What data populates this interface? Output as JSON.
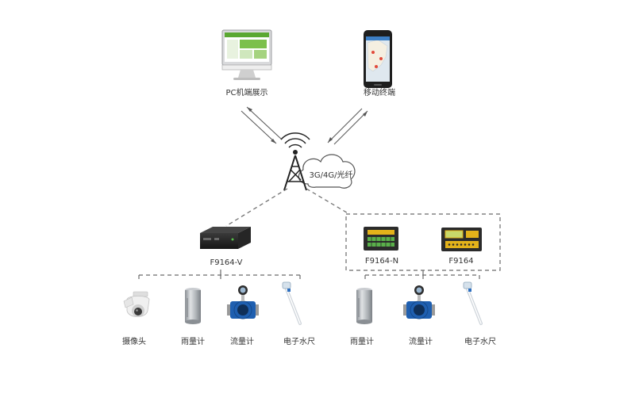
{
  "nodes": {
    "pc": "PC机端展示",
    "mobile": "移动终端",
    "network": "3G/4G/光纤",
    "f9164v": "F9164-V",
    "f9164n": "F9164-N",
    "f9164": "F9164"
  },
  "left_group": [
    "摄像头",
    "雨量计",
    "流量计",
    "电子水尺"
  ],
  "right_group": [
    "雨量计",
    "流量计",
    "电子水尺"
  ],
  "colors": {
    "screen_green": "#5aa832",
    "device_dark": "#2b2b2b",
    "device_yellow": "#e3b21a",
    "meter_blue": "#1f5fb0",
    "cylinder_grey": "#a9aeb2"
  }
}
